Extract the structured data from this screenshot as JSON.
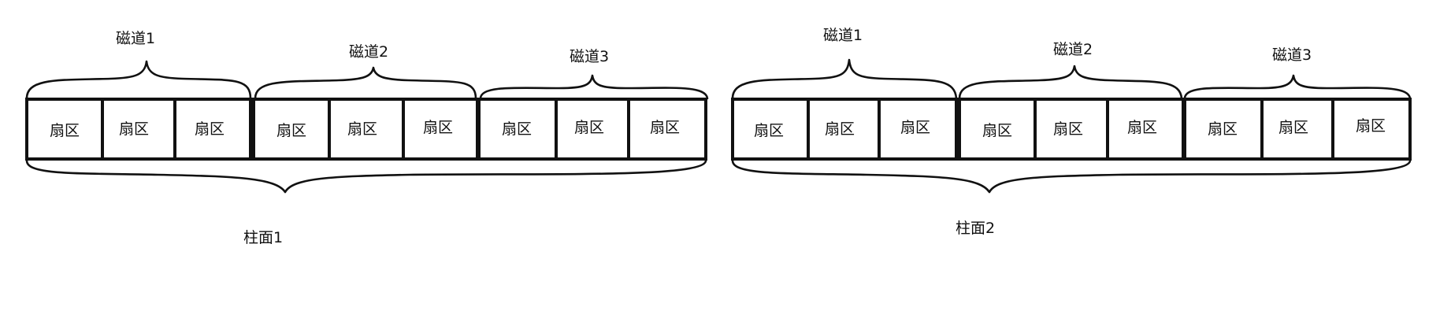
{
  "cylinders": [
    {
      "label": "柱面1",
      "tracks": [
        {
          "label": "磁道1",
          "sectors": [
            "扇区",
            "扇区",
            "扇区"
          ]
        },
        {
          "label": "磁道2",
          "sectors": [
            "扇区",
            "扇区",
            "扇区"
          ]
        },
        {
          "label": "磁道3",
          "sectors": [
            "扇区",
            "扇区",
            "扇区"
          ]
        }
      ]
    },
    {
      "label": "柱面2",
      "tracks": [
        {
          "label": "磁道1",
          "sectors": [
            "扇区",
            "扇区",
            "扇区"
          ]
        },
        {
          "label": "磁道2",
          "sectors": [
            "扇区",
            "扇区",
            "扇区"
          ]
        },
        {
          "label": "磁道3",
          "sectors": [
            "扇区",
            "扇区",
            "扇区"
          ]
        }
      ]
    }
  ]
}
